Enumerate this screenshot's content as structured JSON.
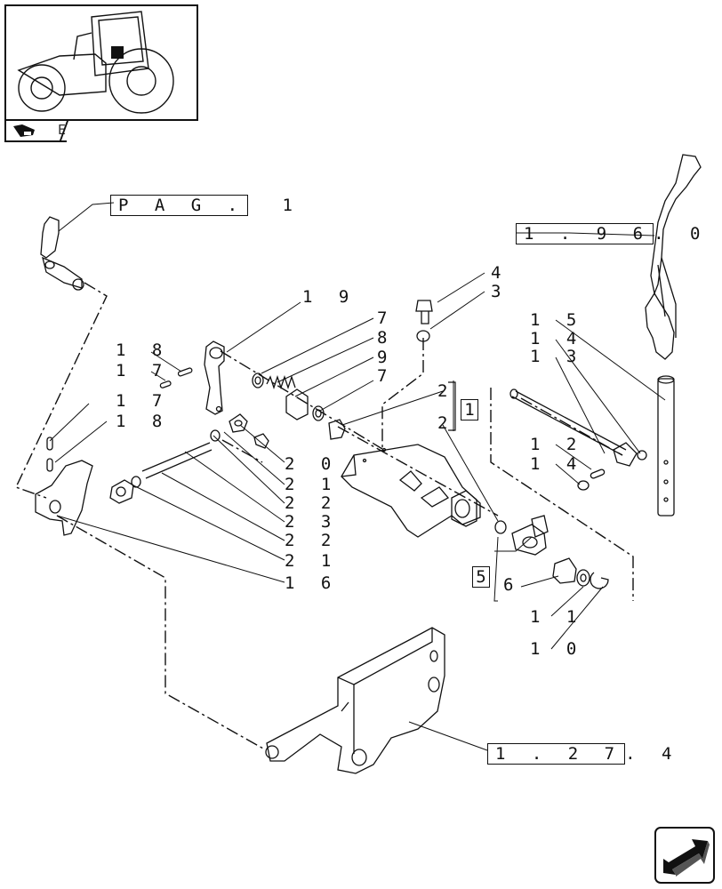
{
  "thumbnail": {
    "icon": "tractor-thumbnail"
  },
  "tab": {
    "icon": "folder-pointer-icon",
    "text": "E"
  },
  "references": {
    "pag": {
      "label": "P A G .",
      "num": "1"
    },
    "ref_1_96": {
      "label": "1 . 9 6",
      "suffix": ". 0"
    },
    "ref_1_27": {
      "label": "1 . 2 7",
      "suffix": ". 4"
    }
  },
  "callouts": {
    "c19": "1 9",
    "c4": "4",
    "c3": "3",
    "c7a": "7",
    "c8": "8",
    "c9": "9",
    "c7b": "7",
    "c2a": "2",
    "c2b": "2",
    "box1": "1",
    "c18a": "1 8",
    "c17a": "1 7",
    "c17b": "1 7",
    "c18b": "1 8",
    "c15": "1 5",
    "c14a": "1 4",
    "c13": "1 3",
    "c12": "1 2",
    "c14b": "1 4",
    "c20": "2 0",
    "c21a": "2 1",
    "c22a": "2 2",
    "c23": "2 3",
    "c22b": "2 2",
    "c21b": "2 1",
    "c16": "1 6",
    "box5": "5",
    "c6": "6",
    "c11": "1 1",
    "c10": "1 0"
  },
  "nav": {
    "icon": "next-page-arrow-icon"
  }
}
